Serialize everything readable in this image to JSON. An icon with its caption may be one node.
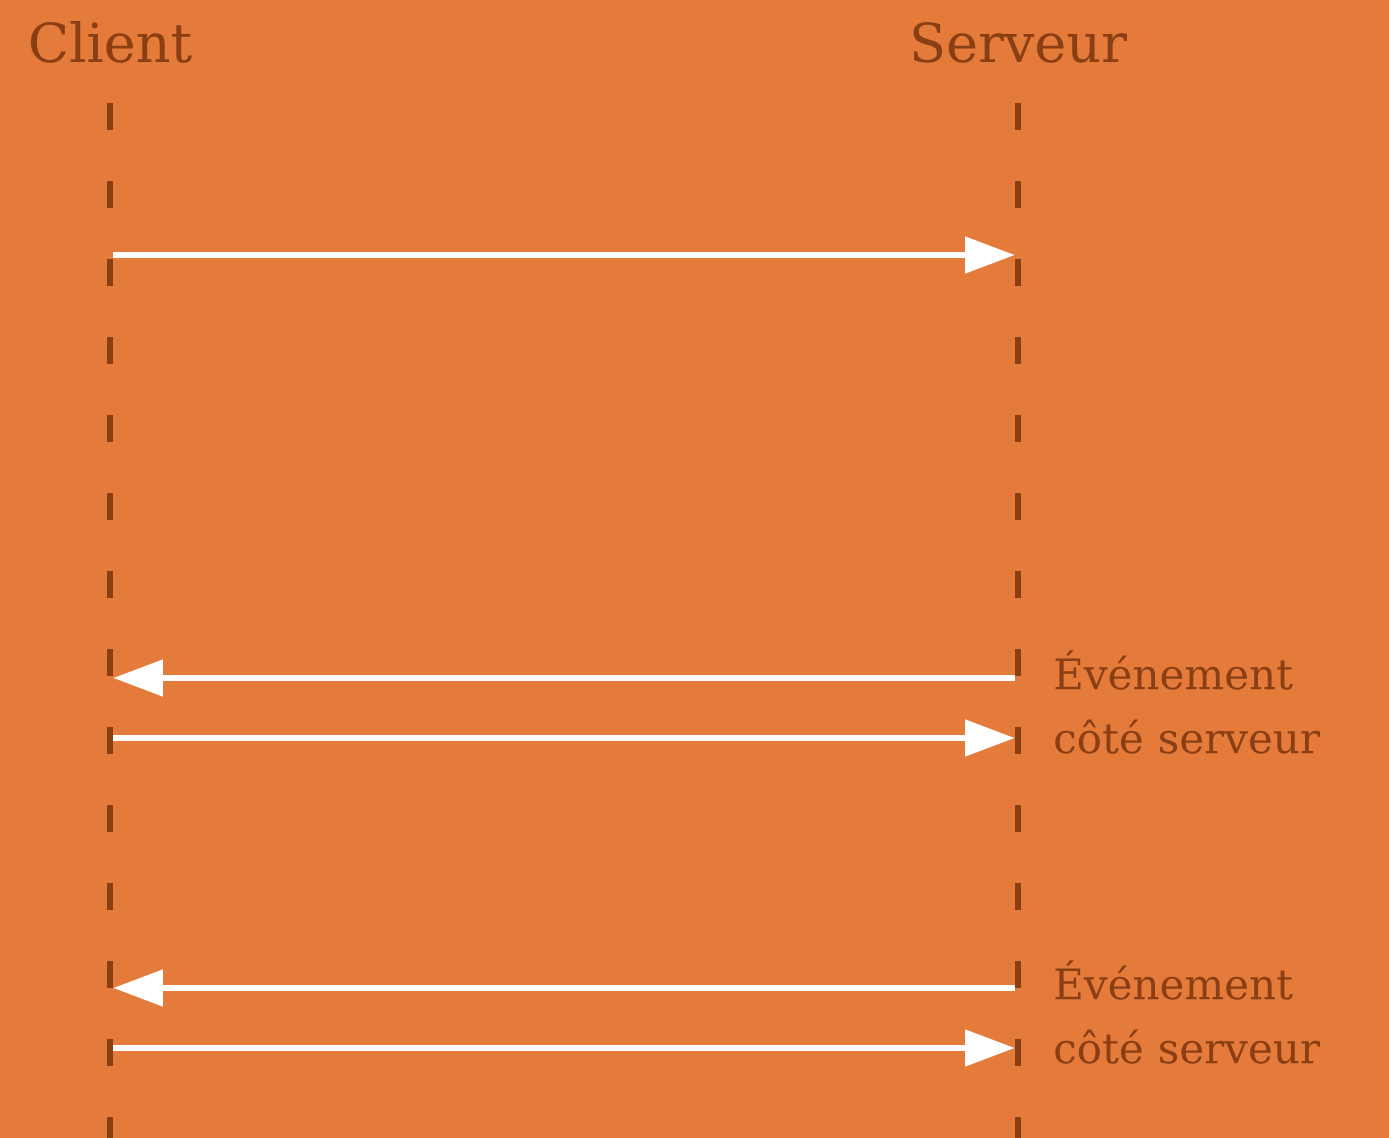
{
  "diagram": {
    "nodes": [
      {
        "text": [
          "Client"
        ]
      },
      {
        "text": [
          "Serveur"
        ]
      }
    ],
    "edges": [
      {
        "from": 0,
        "to": 1,
        "arrow": "to"
      },
      {
        "from": 1,
        "to": 0,
        "arrow": "to"
      },
      {
        "from": 0,
        "to": 1,
        "arrow": "to"
      },
      {
        "from": 1,
        "to": 0,
        "arrow": "to"
      },
      {
        "from": 0,
        "to": 1,
        "arrow": "to"
      }
    ],
    "labels": [
      "Événement côté serveur",
      "Événement côté serveur"
    ]
  }
}
